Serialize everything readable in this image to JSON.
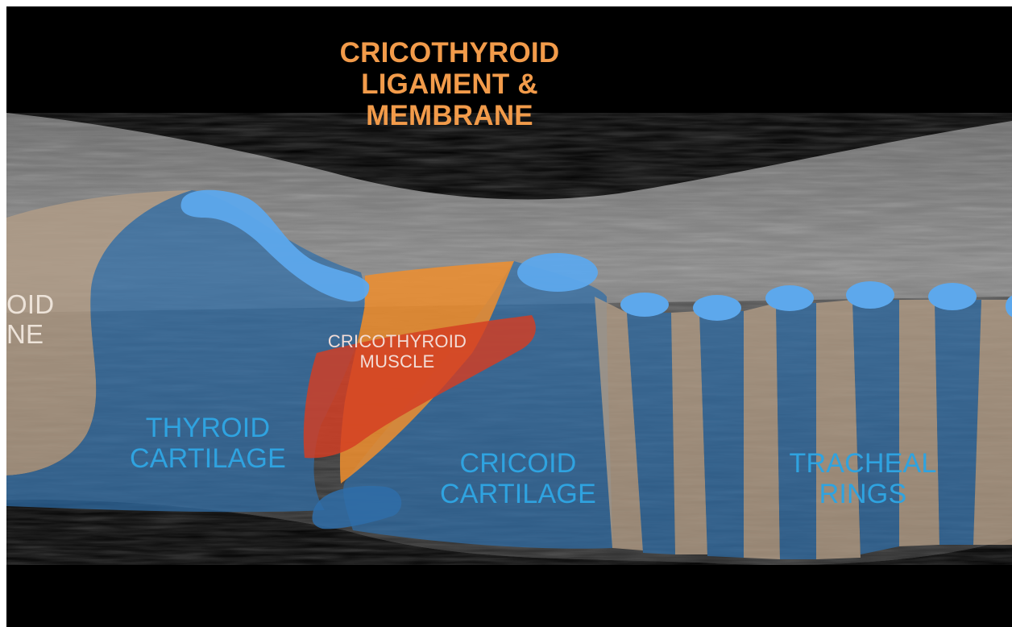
{
  "labels": {
    "ligament": [
      "CRICOTHYROID",
      "LIGAMENT &",
      "MEMBRANE"
    ],
    "muscle": [
      "CRICOTHYROID",
      "MUSCLE"
    ],
    "thyroid_cartilage": [
      "THYROID",
      "CARTILAGE"
    ],
    "cricoid_cartilage": [
      "CRICOID",
      "CARTILAGE"
    ],
    "tracheal_rings": [
      "TRACHEAL",
      "RINGS"
    ],
    "hyoid_bone_partial": [
      "OID",
      "NE"
    ]
  },
  "colors": {
    "background": "#000000",
    "ligament_text": "#F29B4A",
    "blue_text": "#2FA3E0",
    "muscle_text": "#F3DCD6",
    "hyoid_text": "#EDE3D9",
    "cartilage_fill": "#2F6DA8",
    "ring_fill": "#5DA8EC",
    "bone_fill": "#B49E86",
    "ligament_fill": "#EE8E2E",
    "muscle_fill": "#D43D22"
  }
}
